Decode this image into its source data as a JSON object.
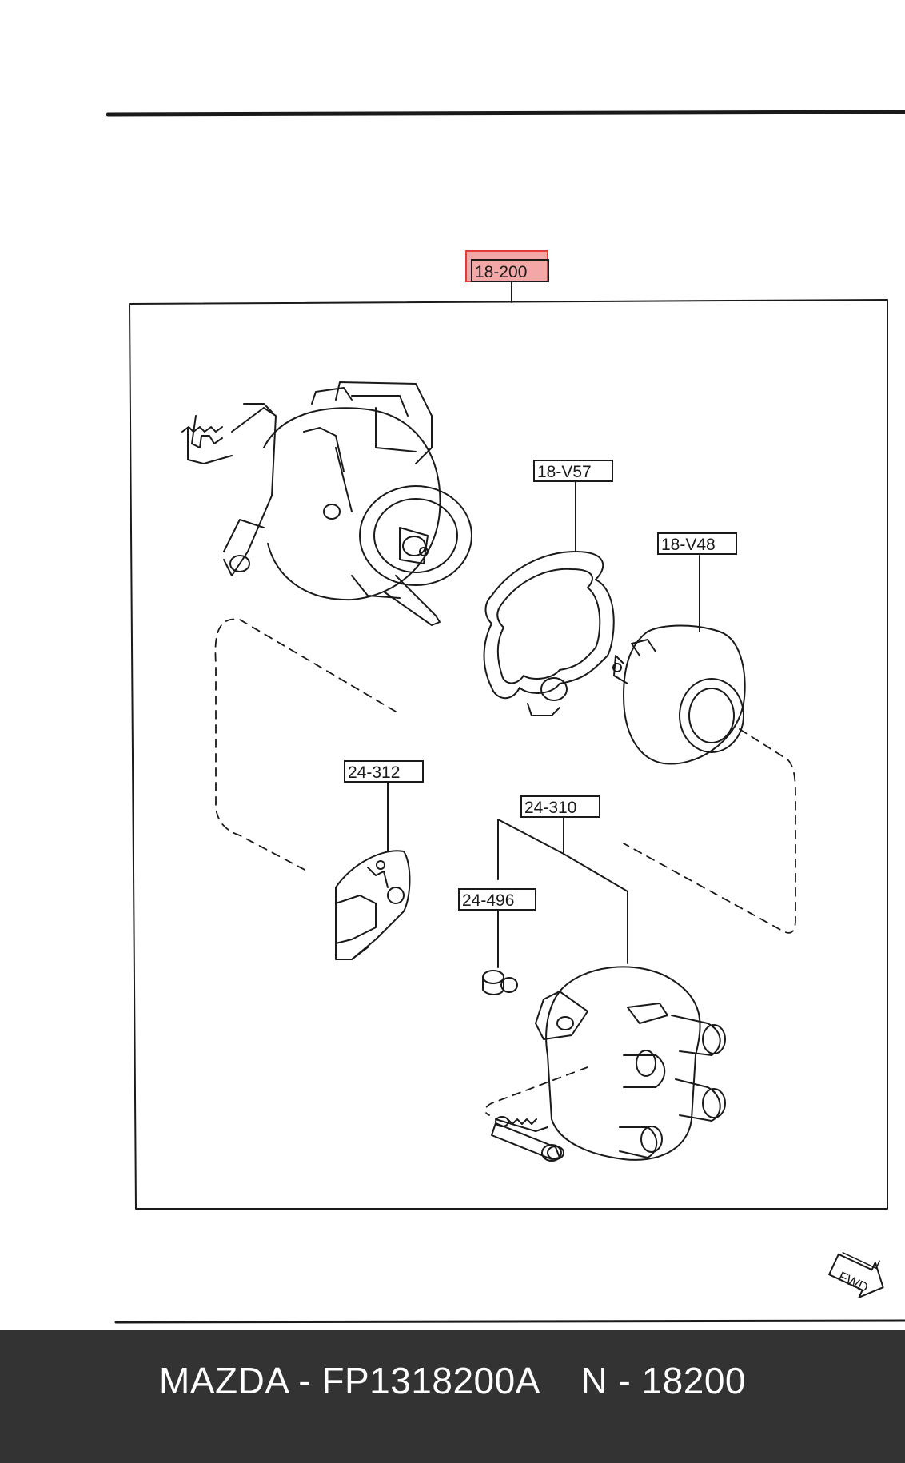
{
  "callouts": {
    "assembly": "18-200",
    "gasket": "18-V57",
    "cover": "18-V48",
    "rotor": "24-312",
    "cap": "24-310",
    "carbon": "24-496"
  },
  "fwd_label": "FWD",
  "footer": {
    "text": "MAZDA - FP1318200A    N - 18200"
  },
  "colors": {
    "highlight": "#e23b3b",
    "footer_bg": "#333333",
    "line": "#1a1a1a"
  }
}
